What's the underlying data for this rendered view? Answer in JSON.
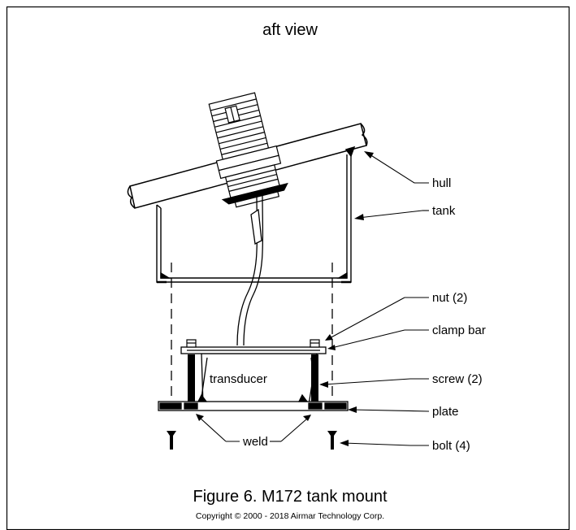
{
  "diagram": {
    "view_label": "aft view",
    "callouts": {
      "hull": "hull",
      "tank": "tank",
      "nut": "nut (2)",
      "clamp_bar": "clamp bar",
      "screw": "screw (2)",
      "plate": "plate",
      "bolt": "bolt (4)"
    },
    "inline_labels": {
      "transducer": "transducer",
      "weld": "weld"
    }
  },
  "caption": "Figure 6. M172 tank mount",
  "copyright": "Copyright © 2000 - 2018 Airmar Technology Corp."
}
